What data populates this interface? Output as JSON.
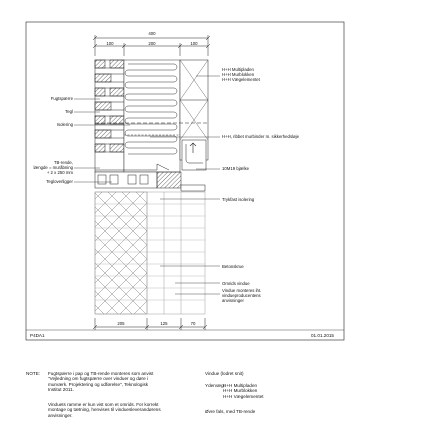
{
  "dimensions": {
    "top_total": "400",
    "top_segments": [
      "100",
      "200",
      "100"
    ],
    "bottom_segments": [
      "205",
      "125",
      "70"
    ]
  },
  "labels_left": [
    {
      "text": "Fugtspærre"
    },
    {
      "text": "Tegl"
    },
    {
      "text": "Isolering"
    },
    {
      "text": "TB-rende,"
    },
    {
      "text": "længde = muråbning"
    },
    {
      "text": "+ 2 x 250 mm"
    },
    {
      "text": "Tegloverligger"
    }
  ],
  "labels_right": [
    {
      "text": "H+H Multipladen"
    },
    {
      "text": "H+H Murblokken"
    },
    {
      "text": "H+H Vægelementet"
    },
    {
      "text": "H+H, ribbet murbinder m. sikkerhedsløje"
    },
    {
      "text": "10M19 bjælke"
    },
    {
      "text": "Trykfast isolering"
    },
    {
      "text": "Betonskrue"
    },
    {
      "text": "Omrids vindue"
    },
    {
      "text": "Vindue monteres iht."
    },
    {
      "text": "vindueproducentens"
    },
    {
      "text": "anvisninger"
    }
  ],
  "title_block": {
    "code": "P4DA1",
    "date": "01.01.2015"
  },
  "notes": {
    "prefix": "NOTE:",
    "paragraph1": [
      "Fugtspærre i pap og TB-rende monteres som anvist",
      "\"Vejledning om fugtspærre over vinduer og døre i",
      "murværk. Projektering og udførelse\", Teknologisk",
      "Institut 2011."
    ],
    "paragraph2": [
      "Vinduets ramme er kun vist som et omrids. For korrekt",
      "montage og tætning, henvises til vinduesleverandørens",
      "anvisninger."
    ]
  },
  "legend": {
    "title": "Vindue (lodret snit)",
    "ydervaeg_label": "Ydervæg:",
    "ydervaeg_items": [
      "H+H Multipladen",
      "H+H Murblokken",
      "H+H Vægelementet"
    ],
    "ovre_fals": "Øvre fals, med TB-rende"
  }
}
